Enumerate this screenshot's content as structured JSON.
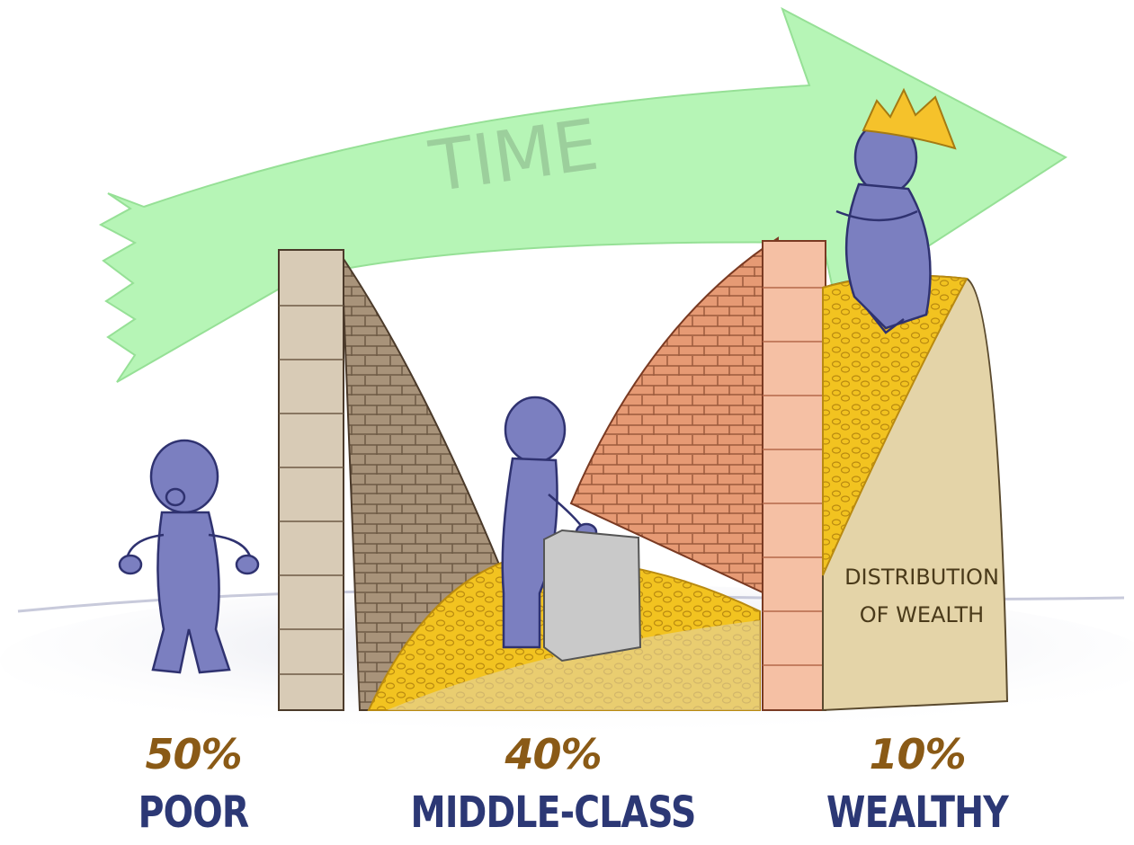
{
  "arrow": {
    "label": "TIME"
  },
  "sign": {
    "line1": "DISTRIBUTION",
    "line2": "OF WEALTH"
  },
  "groups": [
    {
      "percent": "50%",
      "label": "POOR"
    },
    {
      "percent": "40%",
      "label": "MIDDLE-CLASS"
    },
    {
      "percent": "10%",
      "label": "WEALTHY"
    }
  ],
  "colors": {
    "arrow": "#b6f5b6",
    "arrow_text": "#9ccf9c",
    "figure": "#7b7fc0",
    "figure_stroke": "#2f3270",
    "gold": "#f2c320",
    "left_wall": "#a8937a",
    "right_wall": "#e69a74",
    "sign": "#e4d4a8",
    "percent_text": "#8a5a16",
    "label_text": "#2c3875",
    "crown": "#f5c22b"
  }
}
